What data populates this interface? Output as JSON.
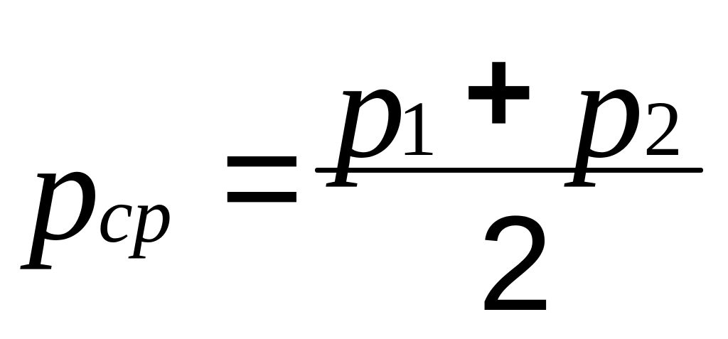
{
  "formula": {
    "lhs": {
      "variable": "p",
      "subscript": "cp"
    },
    "equals": "=",
    "numerator": {
      "term1": {
        "variable": "p",
        "subscript": "1"
      },
      "operator": "+",
      "term2": {
        "variable": "p",
        "subscript": "2"
      }
    },
    "denominator": "2"
  }
}
